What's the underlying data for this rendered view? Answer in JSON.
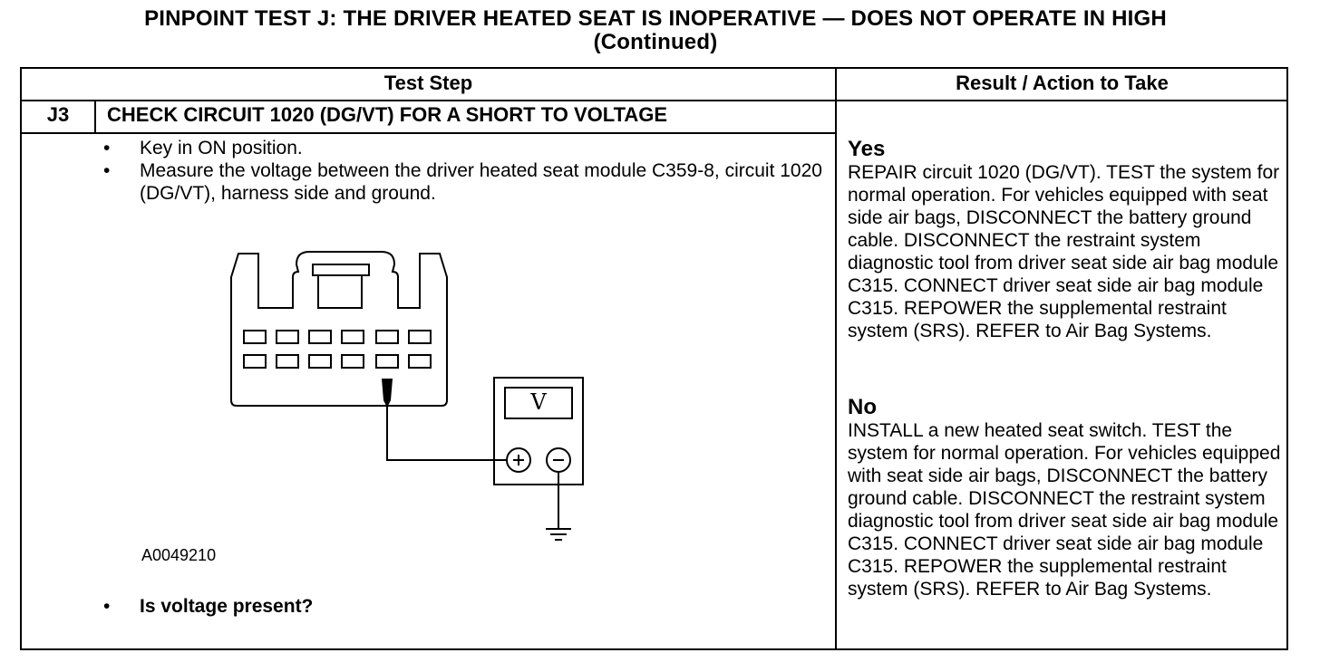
{
  "title": {
    "line1": "PINPOINT TEST  J: THE DRIVER HEATED SEAT IS INOPERATIVE — DOES NOT OPERATE IN HIGH",
    "line2": "(Continued)"
  },
  "table": {
    "col_test_step": "Test Step",
    "col_result": "Result / Action to Take",
    "step_id": "J3",
    "step_title": "CHECK CIRCUIT 1020 (DG/VT) FOR A SHORT TO VOLTAGE",
    "bullets": [
      "Key in ON position.",
      "Measure the voltage between the driver heated seat module C359-8, circuit 1020 (DG/VT), harness side and ground."
    ],
    "question": "Is voltage present?",
    "bullet_glyph": "•",
    "figure_id": "A0049210",
    "meter_symbol": "V",
    "yes": {
      "heading": "Yes",
      "text": "REPAIR circuit 1020 (DG/VT). TEST the system for normal operation. For vehicles equipped with seat side air bags, DISCONNECT the battery ground cable. DISCONNECT the restraint system diagnostic tool from driver seat side air bag module C315.  CONNECT driver seat side air bag module C315. REPOWER the supplemental restraint system (SRS). REFER to Air Bag Systems."
    },
    "no": {
      "heading": "No",
      "text": "INSTALL a new heated seat switch. TEST the system for normal operation. For vehicles equipped with seat side air bags, DISCONNECT the battery ground cable. DISCONNECT the restraint system diagnostic tool from driver seat side air bag module  C315. CONNECT driver seat side air bag module C315. REPOWER the supplemental restraint system (SRS). REFER to Air Bag Systems."
    }
  },
  "colors": {
    "ink": "#000000",
    "paper": "#ffffff"
  }
}
